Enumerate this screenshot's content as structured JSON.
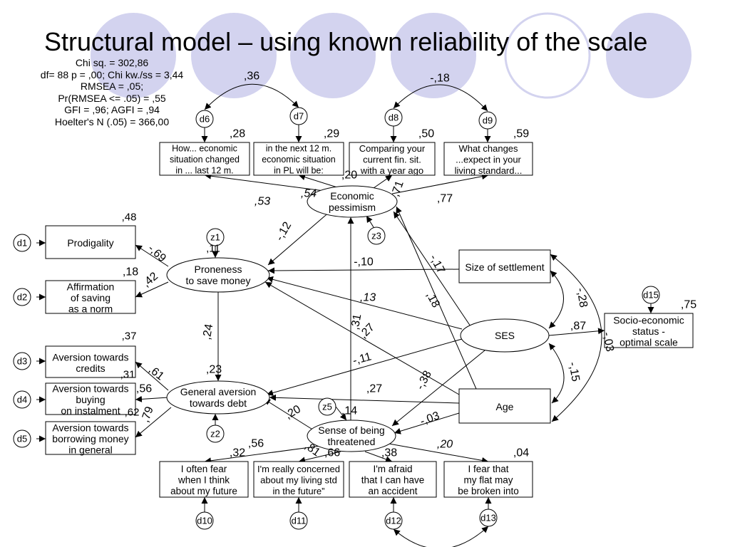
{
  "slide": {
    "title": "Structural model – using known reliability of the scale",
    "decor_color": "#d3d3ef"
  },
  "fit_stats": [
    "Chi sq. = 302,86",
    "df= 88   p = ,00;  Chi kw./ss = 3,44",
    "RMSEA = ,05;",
    "Pr(RMSEA <= .05) = ,55",
    "GFI = ,96;   AGFI = ,94",
    "Hoelter's N (.05) = 366,00"
  ],
  "diagram": {
    "observed": {
      "pess1": [
        "How... economic",
        "situation changed",
        "in ... last 12 m."
      ],
      "pess2": [
        "in the next 12 m.",
        "economic situation",
        "in PL will be:"
      ],
      "pess3": [
        "Comparing your",
        "current fin. sit.",
        "with a year ago"
      ],
      "pess4": [
        "What changes",
        "...expect in your",
        "living standard..."
      ],
      "prodigality": [
        "Prodigality"
      ],
      "affirmation": [
        "Affirmation",
        "of saving",
        "as a norm"
      ],
      "credits": [
        "Aversion towards",
        "credits"
      ],
      "buying": [
        "Aversion towards",
        "buying",
        "on instalment"
      ],
      "borrowing": [
        "Aversion towards",
        "borrowing money",
        "in general"
      ],
      "fear1": [
        "I often fear",
        "when I think",
        "about my future"
      ],
      "fear2": [
        "I'm really concerned",
        "about my living std",
        "in the future”"
      ],
      "fear3": [
        "I'm afraid",
        "that I can have",
        "an accident"
      ],
      "fear4": [
        "I fear that",
        "my flat may",
        "be broken into"
      ],
      "settlement": [
        "Size of settlement"
      ],
      "age": [
        "Age"
      ],
      "ses_scale": [
        "Socio-economic",
        "status -",
        "optimal scale"
      ]
    },
    "latent": {
      "econ": [
        "Economic",
        "pessimism"
      ],
      "save": [
        "Proneness",
        "to save money"
      ],
      "debt": [
        "General aversion",
        "towards debt"
      ],
      "threat": [
        "Sense of being",
        "threatened"
      ],
      "ses": [
        "SES"
      ]
    },
    "errors": {
      "d1": "d1",
      "d2": "d2",
      "d3": "d3",
      "d4": "d4",
      "d5": "d5",
      "d6": "d6",
      "d7": "d7",
      "d8": "d8",
      "d9": "d9",
      "d10": "d10",
      "d11": "d11",
      "d12": "d12",
      "d13": "d13",
      "d15": "d15",
      "z1": "z1",
      "z2": "z2",
      "z3": "z3",
      "z5": "z5"
    },
    "r_squared": {
      "pess1": ",28",
      "pess2": ",29",
      "pess3": ",50",
      "pess4": ",59",
      "prodigality": ",48",
      "affirmation": ",18",
      "credits": ",37",
      "buying": ",31",
      "borrowing": ",62",
      "fear1": ",32",
      "fear2": ",66",
      "fear3": ",38",
      "fear4": ",04",
      "ses_scale": ",75",
      "econ": ",20",
      "save": ",11",
      "debt": ",23",
      "threat": ",14"
    },
    "covariances": {
      "d6_d7": ",36",
      "d8_d9": "-,18",
      "settlement_age": "-,03",
      "settlement_ses": "-,28",
      "ses_age": "-,15"
    },
    "paths": {
      "econ_pess1": ",53",
      "econ_pess2": ",54",
      "econ_pess3": ",71",
      "econ_pess4": ",77",
      "save_prodigality": "-,69",
      "save_affirmation": ",42",
      "debt_credits": ",61",
      "debt_buying": ",56",
      "debt_borrowing": ",79",
      "threat_fear1": ",56",
      "threat_fear2": ",81",
      "threat_fear3": "",
      "threat_fear4": ",20",
      "ses_scale": ",87",
      "econ_save": "-,12",
      "save_debt": ",24",
      "threat_debt": ",20",
      "threat_econ": ",31",
      "ses_econ": "-,17",
      "age_econ": ",18",
      "settlement_save": "-,10",
      "ses_save": ",13",
      "age_save": ",27",
      "ses_debt": "-,11",
      "age_debt": ",27",
      "ses_threat": "-,38",
      "age_threat": "-,03"
    }
  }
}
